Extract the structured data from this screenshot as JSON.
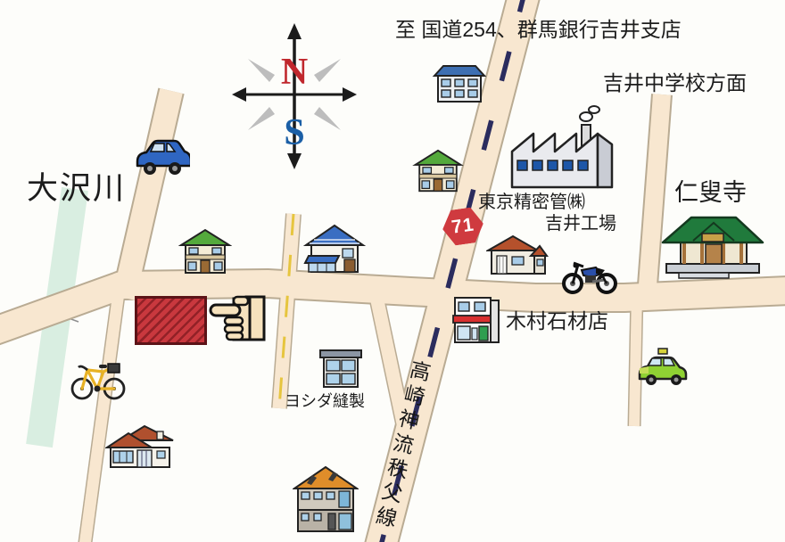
{
  "labels": {
    "destination_note": "至 国道254、群馬銀行吉井支店",
    "school_direction": "吉井中学校方面",
    "river": "大沢川",
    "company_line1": "東京精密管㈱",
    "company_line2": "吉井工場",
    "temple": "仁叟寺",
    "stone_shop": "木村石材店",
    "sewing_shop": "ヨシダ縫製",
    "road_name": "高崎神流秩父線"
  },
  "route_sign": {
    "number": "71"
  },
  "compass": {
    "north": "N",
    "south": "S"
  },
  "colors": {
    "road_fill": "#f8e7d0",
    "road_edge": "#b9ab93",
    "main_road_dash_navy": "#2b2c5e",
    "side_road_dash_yellow": "#e6c53e",
    "river_green": "#d9eee1",
    "destination_red": "#c9383e",
    "route_sign_red": "#cf3a3f",
    "compass_north_red": "#c0272d",
    "compass_south_blue": "#1b5fa6"
  },
  "icons": {
    "compass-rose-icon": "crossed N/S arrows with gray wedges",
    "route-shield-icon": "red hexagon prefectural route sign",
    "destination-marker": "red hatched rectangle",
    "pointing-hand-icon": "left-pointing hand",
    "suv-car-icon": "blue SUV",
    "bicycle-icon": "yellow bicycle",
    "motorcycle-icon": "blue motorcycle",
    "taxi-icon": "green taxi with roof sign",
    "apartment-icon": "blue-roof apartment block",
    "house-green-a-icon": "green-roof two-story house",
    "house-green-b-icon": "green-roof two-story house",
    "house-blue-roof-icon": "blue striped-roof house with porch",
    "house-red-roof-icon": "small red-roof house",
    "store-icon": "shop with red awning and green door",
    "office-icon": "small office building with glass windows",
    "house-hip-roof-icon": "red hip-roof single-story house",
    "house-orange-roof-icon": "orange-roof house with dormers",
    "factory-icon": "sawtooth-roof factory with chimney",
    "temple-icon": "green-roof temple on stone base",
    "river-band": "pale green river"
  }
}
